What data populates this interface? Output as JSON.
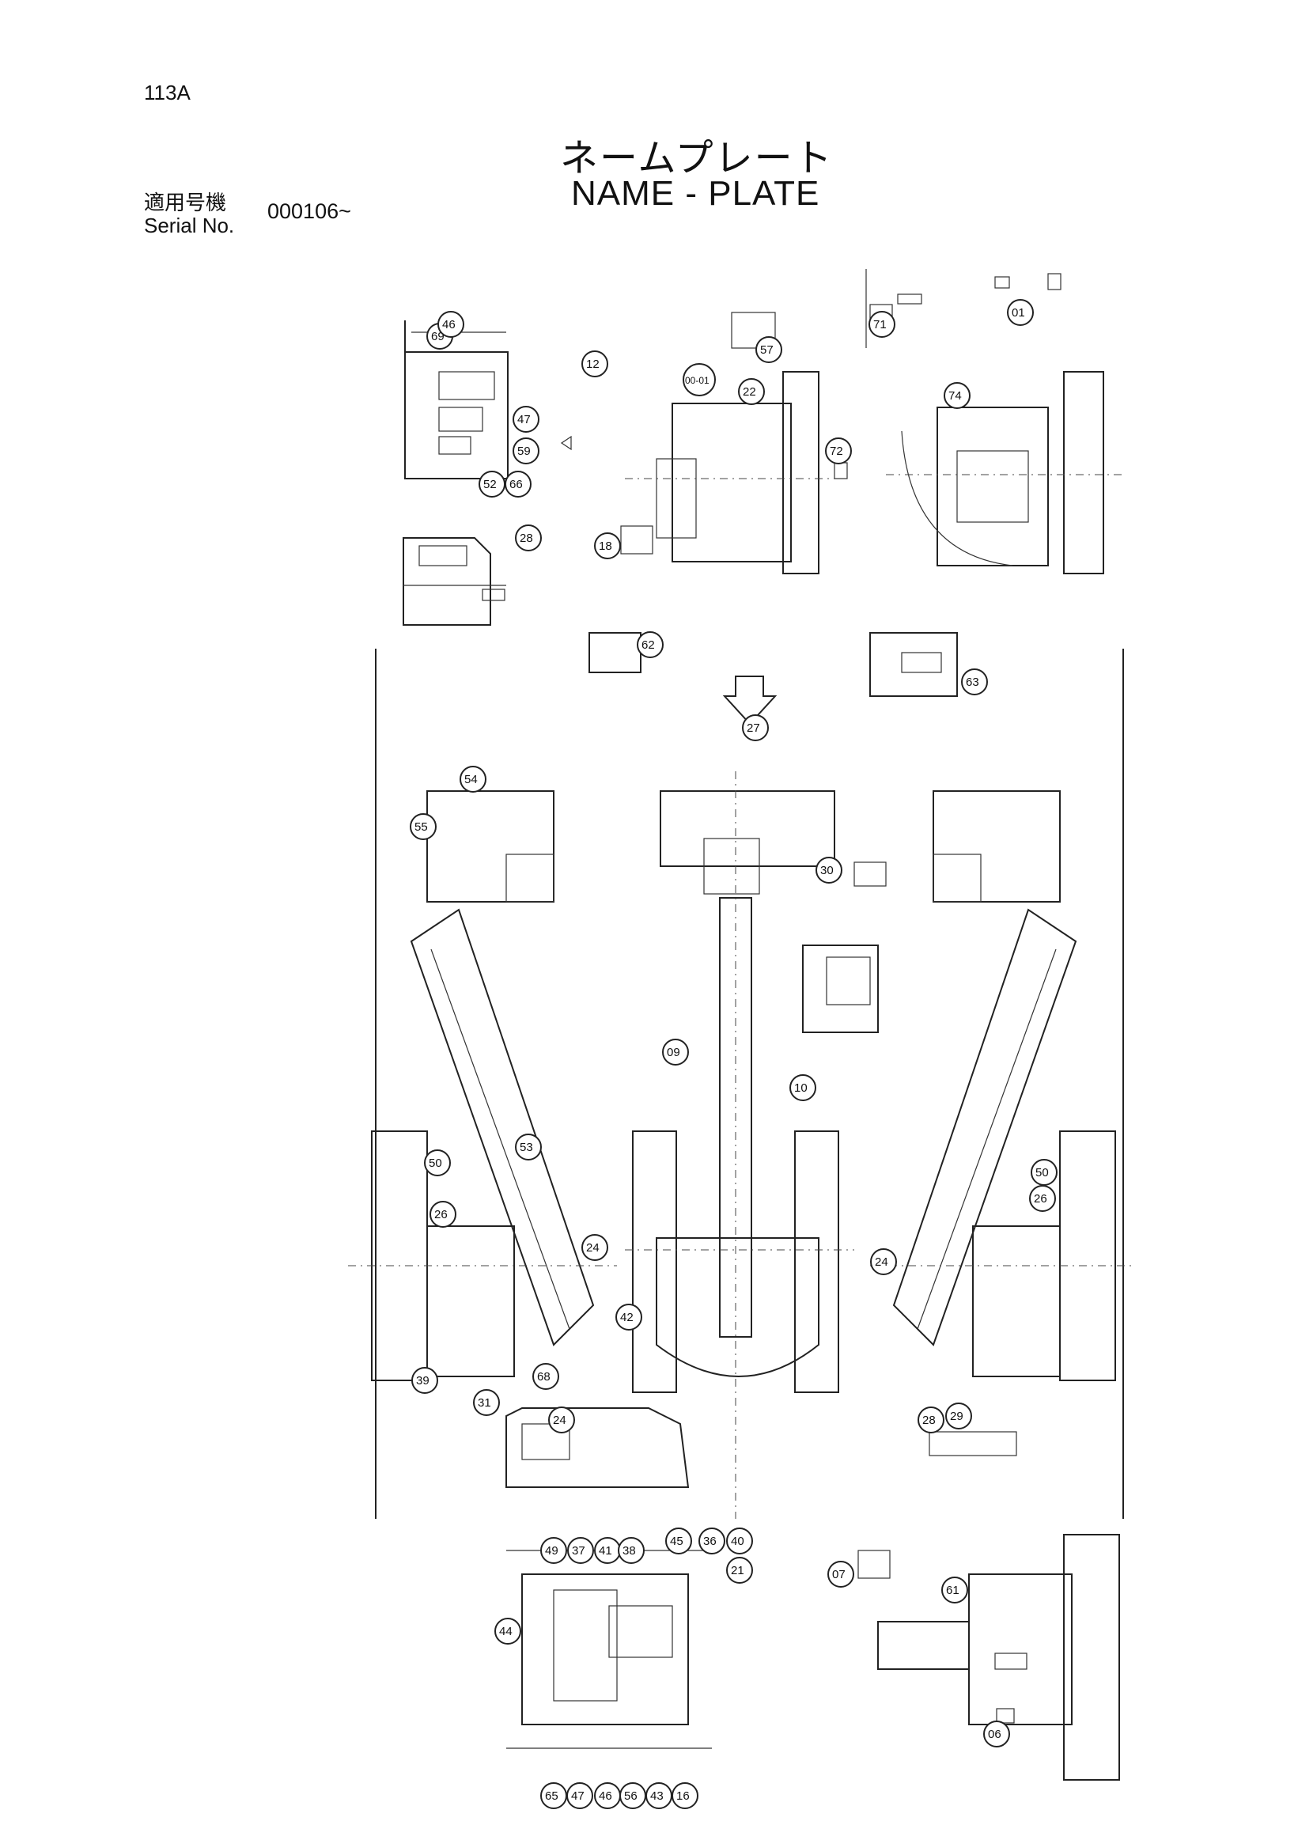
{
  "page_number": "113A",
  "title_jp": "ネームプレート",
  "title_en": "NAME - PLATE",
  "serial_label_jp": "適用号機",
  "serial_label_en": "Serial No.",
  "serial_value": "000106~",
  "callouts": [
    "69",
    "46",
    "47",
    "59",
    "66",
    "52",
    "28",
    "12",
    "57",
    "00-01",
    "22",
    "72",
    "18",
    "71",
    "01",
    "74",
    "62",
    "27",
    "63",
    "54",
    "55",
    "30",
    "09",
    "10",
    "53",
    "50",
    "26",
    "24",
    "42",
    "39",
    "31",
    "68",
    "24",
    "50",
    "26",
    "24",
    "24",
    "28",
    "29",
    "07",
    "61",
    "06",
    "49",
    "37",
    "41",
    "38",
    "45",
    "36",
    "40",
    "21",
    "44",
    "65",
    "47",
    "46",
    "56",
    "43",
    "16"
  ]
}
